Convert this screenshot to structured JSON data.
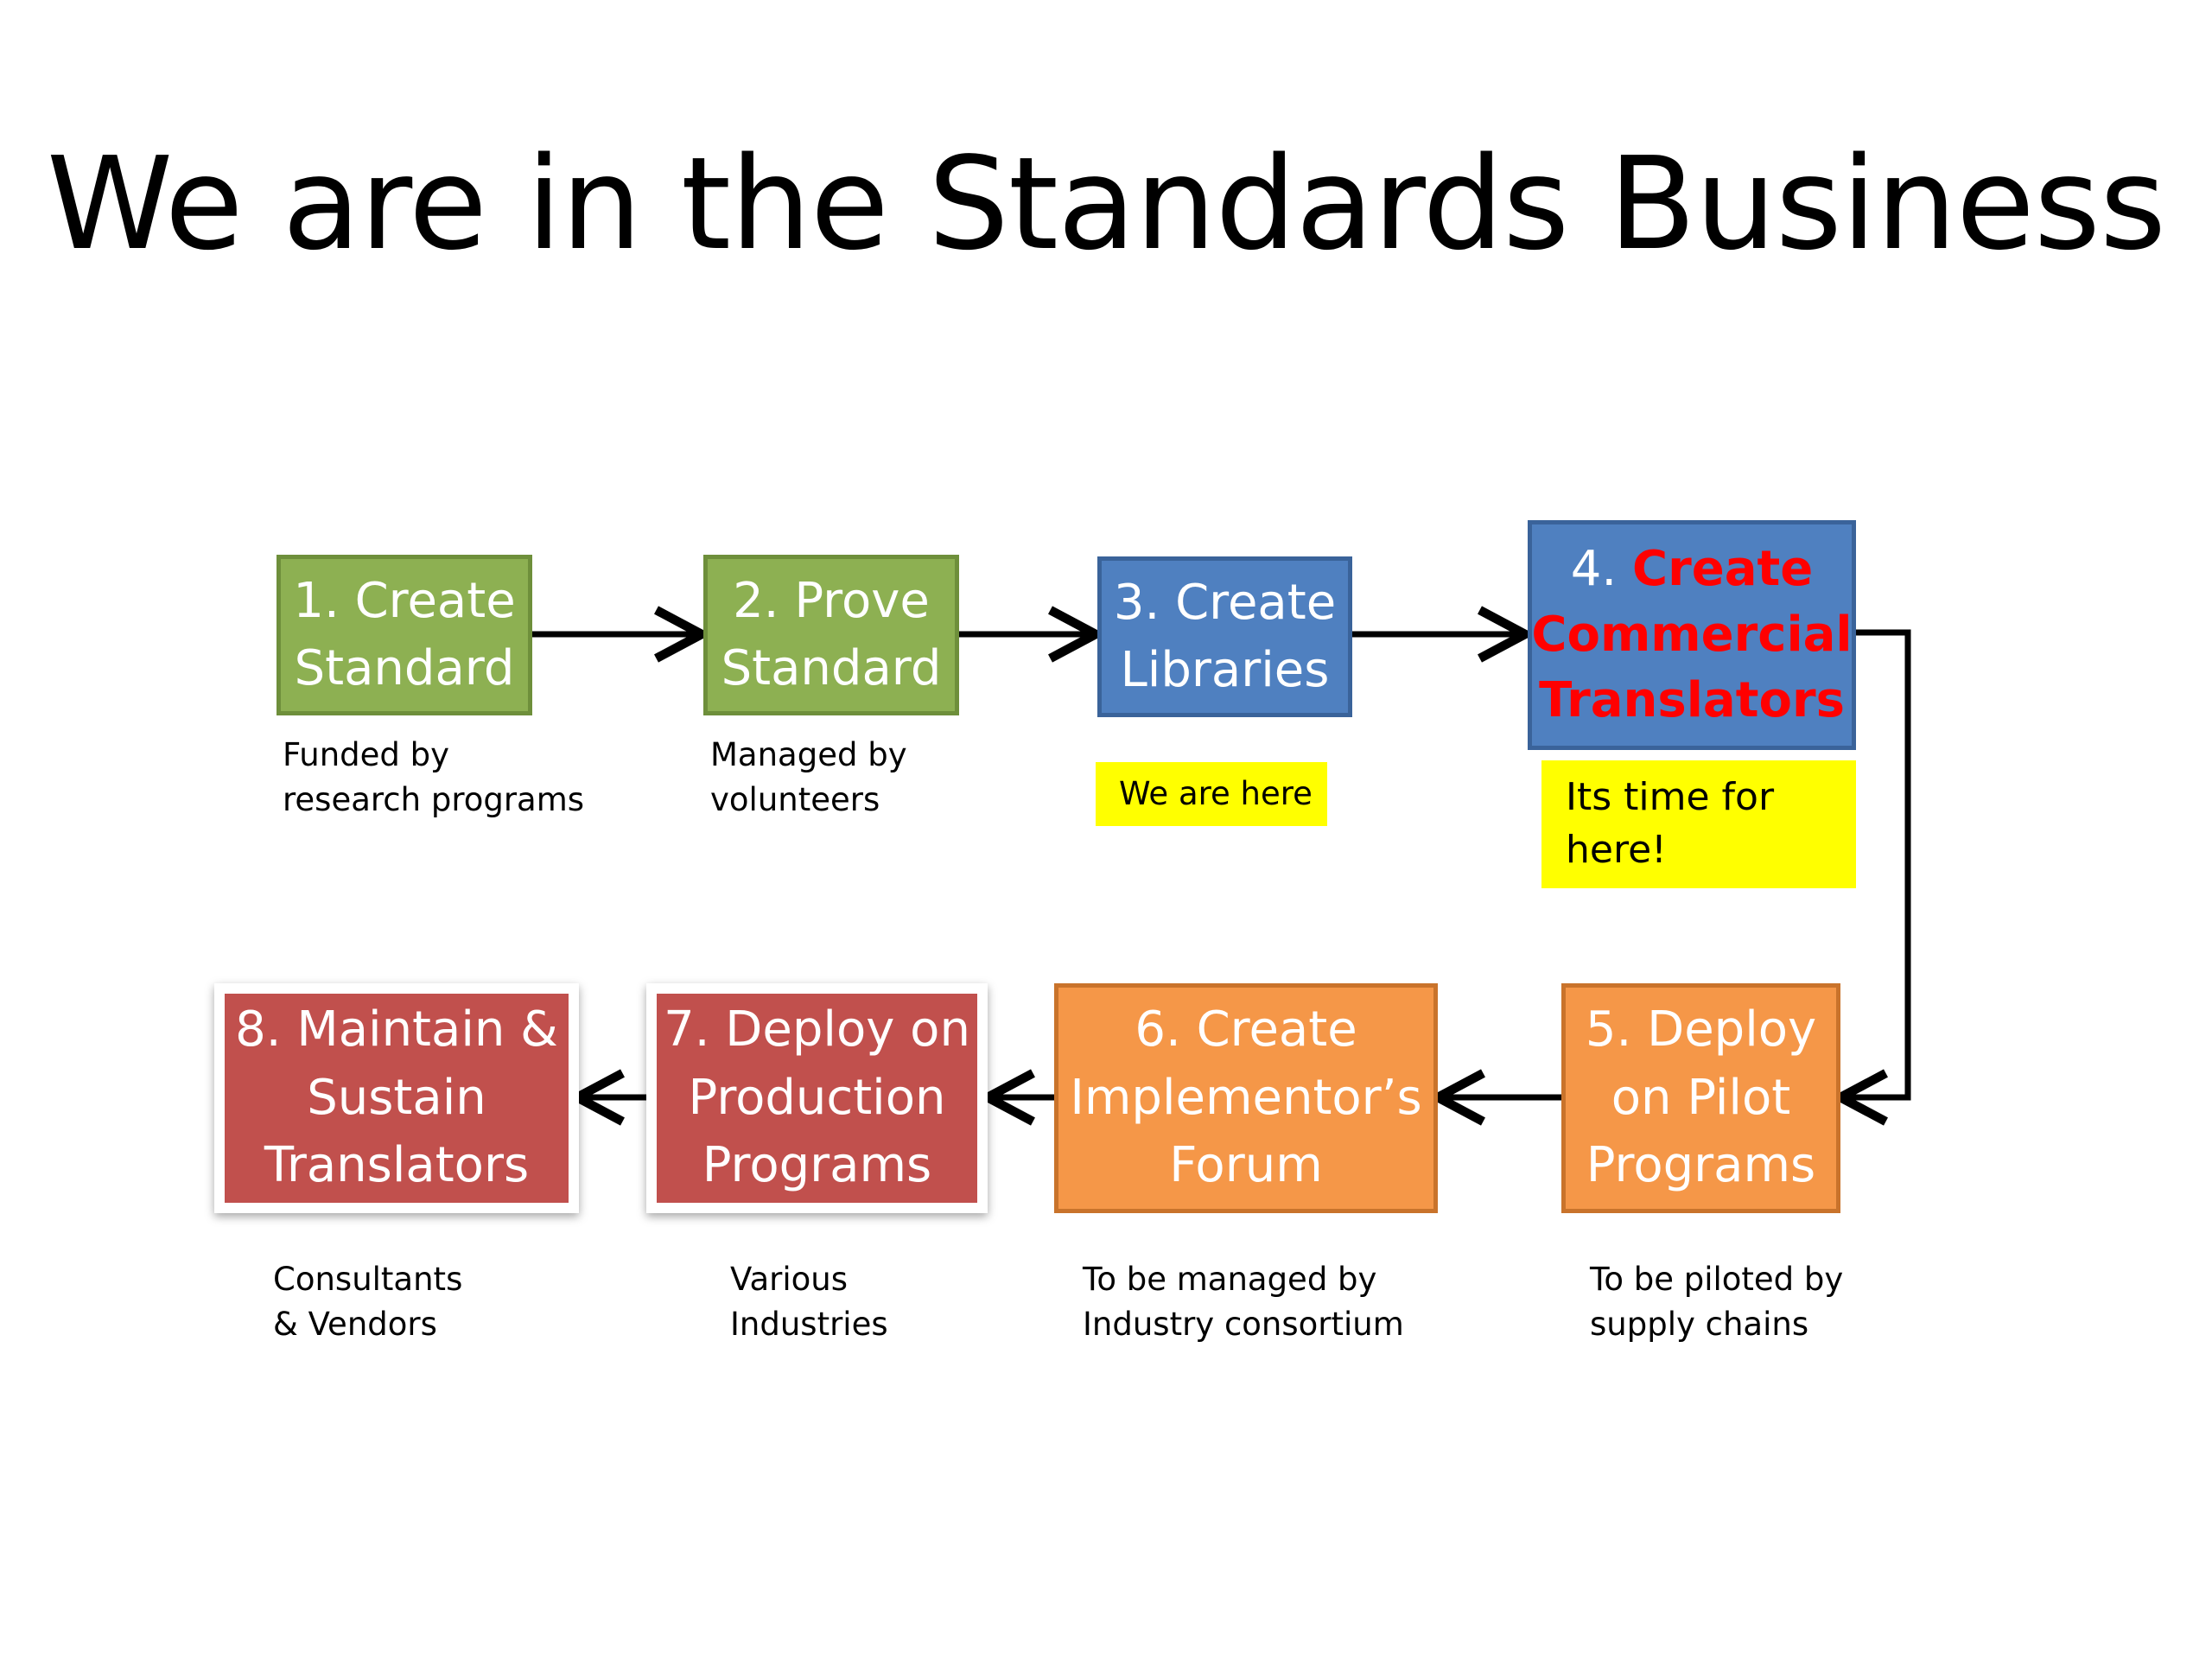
{
  "title": "We are in the Standards Business",
  "steps": [
    {
      "line1": "1. Create",
      "line2": "Standard",
      "caption1": "Funded by",
      "caption2": "research programs"
    },
    {
      "line1": "2. Prove",
      "line2": "Standard",
      "caption1": "Managed by",
      "caption2": "volunteers"
    },
    {
      "line1": "3. Create",
      "line2": "Libraries"
    },
    {
      "number": "4.",
      "line1": "Create",
      "line2": "Commercial",
      "line3": "Translators"
    },
    {
      "line1": "5. Deploy",
      "line2": "on Pilot",
      "line3": "Programs",
      "caption1": "To be piloted by",
      "caption2": "supply chains"
    },
    {
      "line1": "6. Create",
      "line2": "Implementor’s",
      "line3": "Forum",
      "caption1": "To be managed by",
      "caption2": "Industry consortium"
    },
    {
      "line1": "7. Deploy on",
      "line2": "Production",
      "line3": "Programs",
      "caption1": "Various",
      "caption2": "Industries"
    },
    {
      "line1": "8. Maintain &",
      "line2": "Sustain",
      "line3": "Translators",
      "caption1": "Consultants",
      "caption2": "& Vendors"
    }
  ],
  "notes": {
    "we_are_here": "We are here",
    "its_time_line1": "Its time for",
    "its_time_line2": "here!"
  },
  "colors": {
    "green": "#8db052",
    "blue": "#4f80c0",
    "orange": "#f59748",
    "red": "#c1504d",
    "highlight": "#ffff00",
    "accent_text": "#ff0000"
  }
}
